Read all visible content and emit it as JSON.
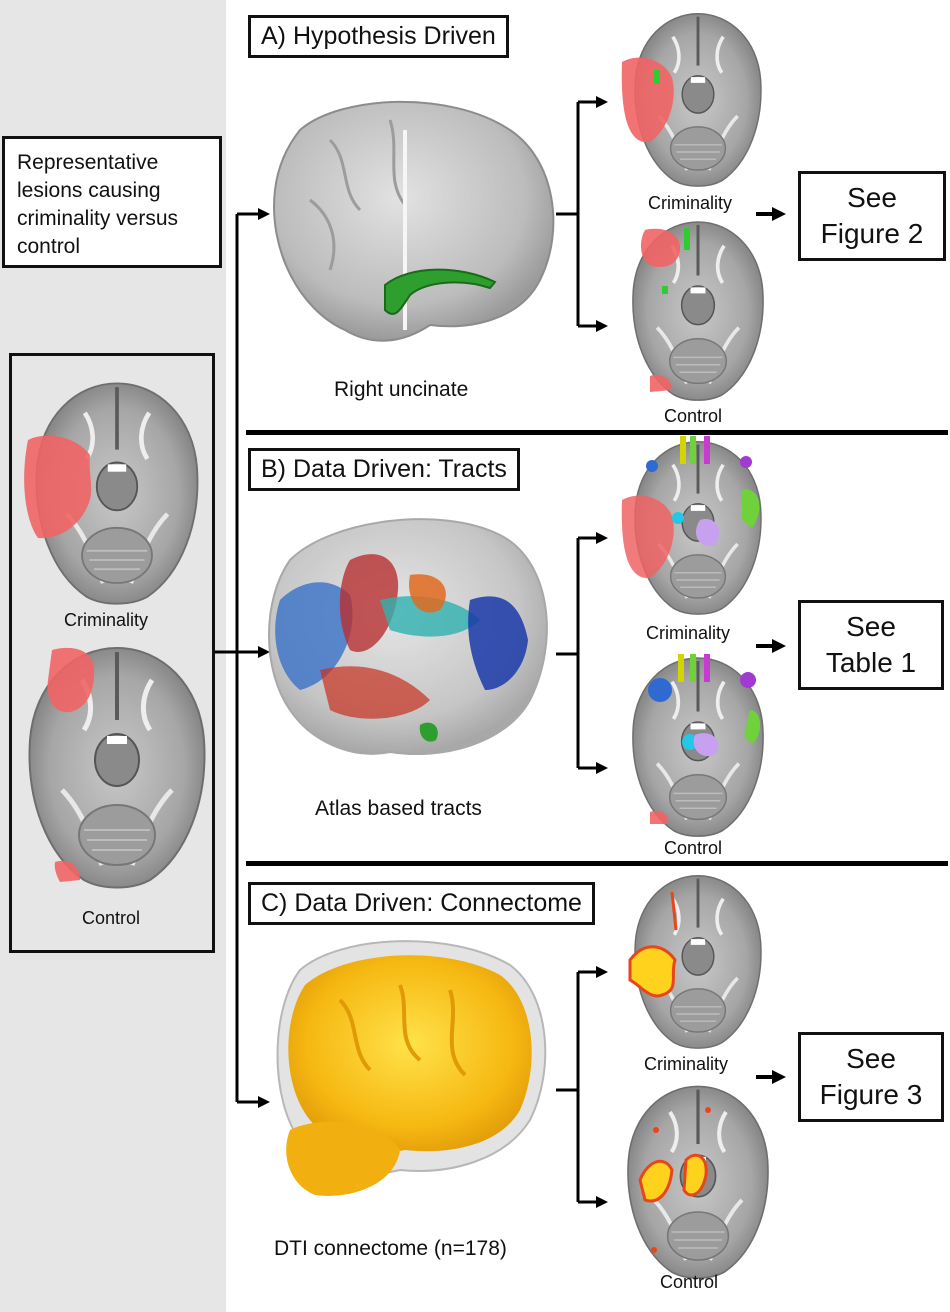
{
  "left": {
    "description_lines": [
      "Representative",
      "lesions causing",
      "criminality versus",
      "control"
    ],
    "criminality_label": "Criminality",
    "control_label": "Control"
  },
  "sections": [
    {
      "id": "a",
      "title": "A) Hypothesis Driven",
      "brain_caption": "Right uncinate",
      "top_label": "Criminality",
      "bottom_label": "Control",
      "see_lines": [
        "See",
        "Figure 2"
      ]
    },
    {
      "id": "b",
      "title": "B) Data Driven: Tracts",
      "brain_caption": "Atlas based tracts",
      "top_label": "Criminality",
      "bottom_label": "Control",
      "see_lines": [
        "See",
        "Table 1"
      ]
    },
    {
      "id": "c",
      "title": "C) Data Driven: Connectome",
      "brain_caption": "DTI connectome (n=178)",
      "top_label": "Criminality",
      "bottom_label": "Control",
      "see_lines": [
        "See",
        "Figure 3"
      ]
    }
  ],
  "colors": {
    "lesion_red": "#ef6464",
    "uncinate_green": "#2e9e2e",
    "connectome_yellow": "#f6b812",
    "brain_gray": "#9a9a9a",
    "panel_gray": "#e6e6e6"
  }
}
